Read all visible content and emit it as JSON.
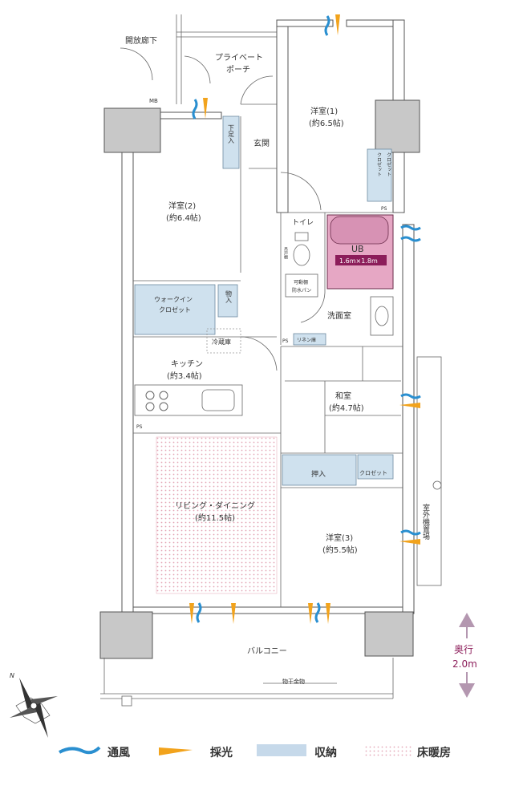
{
  "rooms": {
    "corridor": "開放廊下",
    "porch_line1": "プライベート",
    "porch_line2": "ポーチ",
    "mb": "MB",
    "western1_name": "洋室(1)",
    "western1_size": "(約6.5帖)",
    "western2_name": "洋室(2)",
    "western2_size": "(約6.4帖)",
    "western3_name": "洋室(3)",
    "western3_size": "(約5.5帖)",
    "entrance": "玄関",
    "shoe": "下足入",
    "toilet": "トイレ",
    "toilet_shelf": "吊戸棚",
    "ub": "UB",
    "ub_size": "1.6m×1.8m",
    "washpan_line1": "可動棚",
    "washpan_line2": "防水パン",
    "washroom": "洗面室",
    "linen": "リネン庫",
    "walkin_line1": "ウォークイン",
    "walkin_line2": "クロゼット",
    "storage": "物入",
    "fridge": "冷蔵庫",
    "kitchen_name": "キッチン",
    "kitchen_size": "(約3.4帖)",
    "washitsu_name": "和室",
    "washitsu_size": "(約4.7帖)",
    "oshiire": "押入",
    "closet": "クロゼット",
    "closet_v1": "クロゼット",
    "closet_v2": "クロゼット",
    "ld_name": "リビング・ダイニング",
    "ld_size": "(約11.5帖)",
    "outdoor_unit": "室外機置場",
    "balcony": "バルコニー",
    "drying": "物干金物",
    "ps": "PS"
  },
  "depth": {
    "label": "奥行",
    "value": "2.0m"
  },
  "compass": {
    "north": "N"
  },
  "legend": [
    {
      "key": "ventilation",
      "label": "通風",
      "color": "#2a8fd0"
    },
    {
      "key": "daylight",
      "label": "採光",
      "color": "#f2a31c"
    },
    {
      "key": "storage",
      "label": "収納",
      "color": "#c6d9ea"
    },
    {
      "key": "floorheating",
      "label": "床暖房",
      "color": "#e8b7c2"
    }
  ],
  "colors": {
    "accent": "#8c1d5a",
    "ub_fill": "#e6a7c4"
  }
}
